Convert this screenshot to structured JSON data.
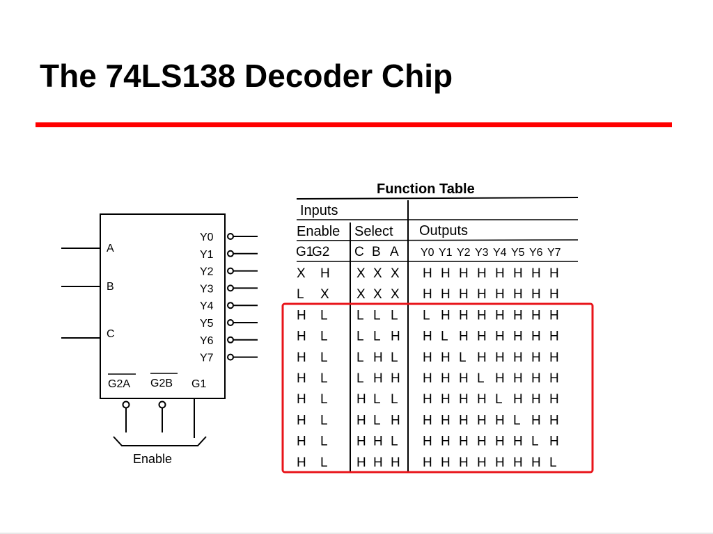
{
  "title": "The 74LS138 Decoder Chip",
  "colors": {
    "accent": "#ff0000",
    "highlight": "#e8141a"
  },
  "chip": {
    "inputs": [
      "A",
      "B",
      "C"
    ],
    "outputs": [
      "Y0",
      "Y1",
      "Y2",
      "Y3",
      "Y4",
      "Y5",
      "Y6",
      "Y7"
    ],
    "enable_pins": [
      "G2A",
      "G2B",
      "G1"
    ],
    "enable_label": "Enable"
  },
  "function_table": {
    "title": "Function Table",
    "inputs_label": "Inputs",
    "enable_label": "Enable",
    "select_label": "Select",
    "outputs_label": "Outputs",
    "enable_cols": [
      "G1",
      "G2"
    ],
    "select_cols": [
      "C",
      "B",
      "A"
    ],
    "output_cols": [
      "Y0",
      "Y1",
      "Y2",
      "Y3",
      "Y4",
      "Y5",
      "Y6",
      "Y7"
    ],
    "rows": [
      [
        "X",
        "H",
        "X",
        "X",
        "X",
        "H",
        "H",
        "H",
        "H",
        "H",
        "H",
        "H",
        "H"
      ],
      [
        "L",
        "X",
        "X",
        "X",
        "X",
        "H",
        "H",
        "H",
        "H",
        "H",
        "H",
        "H",
        "H"
      ],
      [
        "H",
        "L",
        "L",
        "L",
        "L",
        "L",
        "H",
        "H",
        "H",
        "H",
        "H",
        "H",
        "H"
      ],
      [
        "H",
        "L",
        "L",
        "L",
        "H",
        "H",
        "L",
        "H",
        "H",
        "H",
        "H",
        "H",
        "H"
      ],
      [
        "H",
        "L",
        "L",
        "H",
        "L",
        "H",
        "H",
        "L",
        "H",
        "H",
        "H",
        "H",
        "H"
      ],
      [
        "H",
        "L",
        "L",
        "H",
        "H",
        "H",
        "H",
        "H",
        "L",
        "H",
        "H",
        "H",
        "H"
      ],
      [
        "H",
        "L",
        "H",
        "L",
        "L",
        "H",
        "H",
        "H",
        "H",
        "L",
        "H",
        "H",
        "H"
      ],
      [
        "H",
        "L",
        "H",
        "L",
        "H",
        "H",
        "H",
        "H",
        "H",
        "H",
        "L",
        "H",
        "H"
      ],
      [
        "H",
        "L",
        "H",
        "H",
        "L",
        "H",
        "H",
        "H",
        "H",
        "H",
        "H",
        "L",
        "H"
      ],
      [
        "H",
        "L",
        "H",
        "H",
        "H",
        "H",
        "H",
        "H",
        "H",
        "H",
        "H",
        "H",
        "L"
      ]
    ]
  }
}
